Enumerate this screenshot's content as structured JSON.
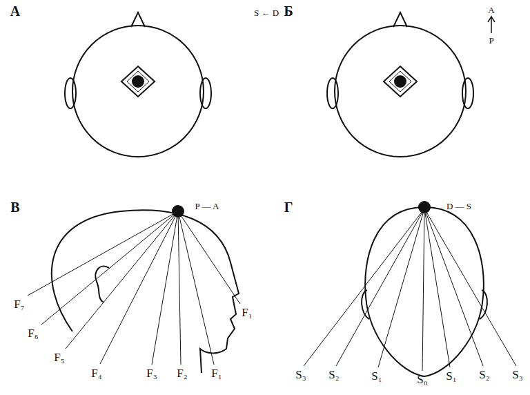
{
  "diagram": {
    "labels": [
      "А",
      "S ← D",
      "Б",
      "A",
      "P",
      "В",
      "P — A",
      "Г",
      "D — S",
      "F₇",
      "F₆",
      "F₅",
      "F₄",
      "F₃",
      "F₂",
      "F₁",
      "F₁",
      "S₃",
      "S₂",
      "S₁",
      "S₀",
      "S₁",
      "S₂",
      "S₃"
    ]
  }
}
